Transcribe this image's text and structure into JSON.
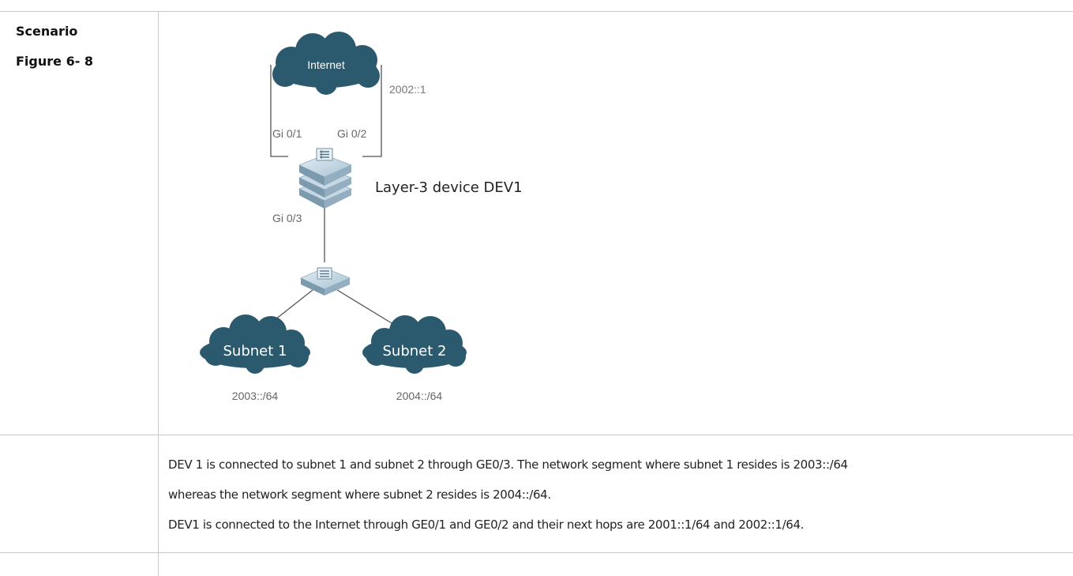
{
  "labels": {
    "scenario": "Scenario",
    "figure": "Figure 6- 8"
  },
  "diagram": {
    "internet": "Internet",
    "next_hop_label": "2002::1",
    "port_gi01": "Gi 0/1",
    "port_gi02": "Gi 0/2",
    "port_gi03": "Gi 0/3",
    "device_label": "Layer-3 device DEV1",
    "subnet1": "Subnet 1",
    "subnet2": "Subnet 2",
    "subnet1_prefix": "2003::/64",
    "subnet2_prefix": "2004::/64",
    "colors": {
      "cloud": "#2b5a6e",
      "device_light": "#bcd2e0",
      "device_dark": "#7f9fb2",
      "line": "#555555",
      "label": "#777777"
    }
  },
  "description": {
    "line1": "DEV 1 is connected to subnet 1 and subnet 2 through GE0/3. The network segment where subnet 1 resides is 2003::/64",
    "line2": "whereas the network segment where subnet 2 resides is 2004::/64.",
    "line3": "DEV1 is connected to the Internet through GE0/1 and GE0/2 and their next hops are 2001::1/64 and 2002::1/64."
  }
}
